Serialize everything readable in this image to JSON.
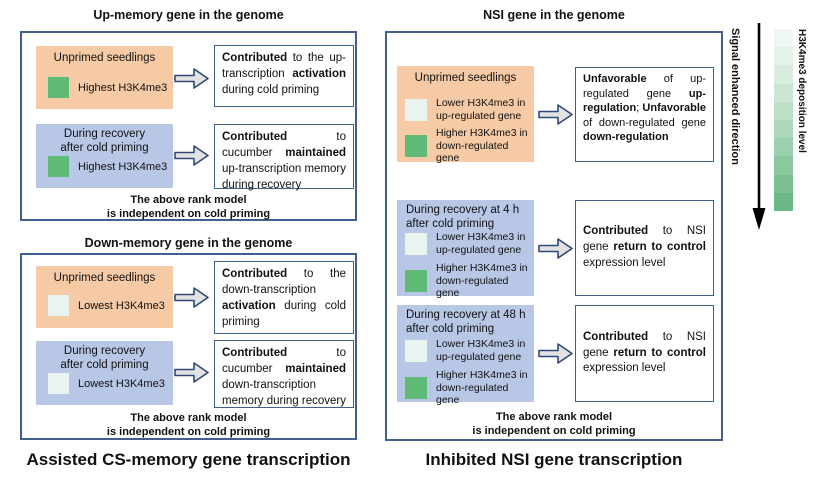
{
  "colors": {
    "panel_border": "#42608e",
    "condition_unprimed_orange": "#f6caa5",
    "condition_recovery_blue": "#b9c7e7",
    "swatch_high_green": "#5eba76",
    "swatch_low_pale": "#eaf4ef",
    "arrow_fill": "#e2e2e2",
    "arrow_outline": "#2f4a78"
  },
  "left": {
    "up_panel": {
      "title": "Up-memory gene in the genome",
      "rows": [
        {
          "condition_lines": [
            "Unprimed seedlings"
          ],
          "swatch": "high",
          "swatch_label": "Highest H3K4me3",
          "result_segments": [
            {
              "t": "Contributed",
              "b": true
            },
            {
              "t": " to the up-transcription "
            },
            {
              "t": "activation",
              "b": true
            },
            {
              "t": " during cold priming"
            }
          ]
        },
        {
          "condition_lines": [
            "During recovery",
            "after cold priming"
          ],
          "swatch": "high",
          "swatch_label": "Highest H3K4me3",
          "result_segments": [
            {
              "t": "Contributed",
              "b": true
            },
            {
              "t": " to cucumber "
            },
            {
              "t": "maintained",
              "b": true
            },
            {
              "t": " up-transcription memory during recovery"
            }
          ]
        }
      ],
      "footer_lines": [
        "The above rank model",
        "is independent on cold priming"
      ]
    },
    "down_panel": {
      "title": "Down-memory gene in the genome",
      "rows": [
        {
          "condition_lines": [
            "Unprimed seedlings"
          ],
          "swatch": "low",
          "swatch_label": "Lowest H3K4me3",
          "result_segments": [
            {
              "t": "Contributed",
              "b": true
            },
            {
              "t": " to the down-transcription "
            },
            {
              "t": "activation",
              "b": true
            },
            {
              "t": " during cold priming"
            }
          ]
        },
        {
          "condition_lines": [
            "During recovery",
            "after cold priming"
          ],
          "swatch": "low",
          "swatch_label": "Lowest H3K4me3",
          "result_segments": [
            {
              "t": "Contributed",
              "b": true
            },
            {
              "t": " to cucumber "
            },
            {
              "t": "maintained",
              "b": true
            },
            {
              "t": " down-transcription memory during recovery"
            }
          ]
        }
      ],
      "footer_lines": [
        "The above rank model",
        "is independent on cold priming"
      ]
    },
    "caption": "Assisted CS-memory gene transcription"
  },
  "right": {
    "nsi_panel": {
      "title": "NSI gene in the genome",
      "rows": [
        {
          "condition_lines": [
            "Unprimed seedlings"
          ],
          "items": [
            {
              "swatch": "low",
              "label_lines": [
                "Lower H3K4me3 in",
                "up-regulated gene"
              ]
            },
            {
              "swatch": "high",
              "label_lines": [
                "Higher H3K4me3 in",
                "down-regulated gene"
              ]
            }
          ],
          "result_segments": [
            {
              "t": "Unfavorable",
              "b": true
            },
            {
              "t": " of up-regulated gene "
            },
            {
              "t": "up-regulation",
              "b": true
            },
            {
              "t": "; "
            },
            {
              "t": "Unfavorable",
              "b": true
            },
            {
              "t": " of down-regulated gene "
            },
            {
              "t": "down-regulation",
              "b": true
            }
          ]
        },
        {
          "condition_lines": [
            "During recovery at 4 h",
            "after cold priming"
          ],
          "items": [
            {
              "swatch": "low",
              "label_lines": [
                "Lower H3K4me3 in",
                "up-regulated gene"
              ]
            },
            {
              "swatch": "high",
              "label_lines": [
                "Higher H3K4me3 in",
                "down-regulated gene"
              ]
            }
          ],
          "result_segments": [
            {
              "t": "Contributed",
              "b": true
            },
            {
              "t": " to NSI gene "
            },
            {
              "t": "return to control",
              "b": true
            },
            {
              "t": " expression level"
            }
          ]
        },
        {
          "condition_lines": [
            "During recovery at 48 h",
            "after cold priming"
          ],
          "items": [
            {
              "swatch": "low",
              "label_lines": [
                "Lower H3K4me3 in",
                "up-regulated gene"
              ]
            },
            {
              "swatch": "high",
              "label_lines": [
                "Higher H3K4me3 in",
                "down-regulated gene"
              ]
            }
          ],
          "result_segments": [
            {
              "t": "Contributed",
              "b": true
            },
            {
              "t": " to NSI gene "
            },
            {
              "t": "return to control",
              "b": true
            },
            {
              "t": " expression level"
            }
          ]
        }
      ],
      "footer_lines": [
        "The above rank model",
        "is independent on cold priming"
      ]
    },
    "caption": "Inhibited NSI gene transcription"
  },
  "legend": {
    "signal_label": "Signal enhanced direction",
    "deposition_label": "H3K4me3 deposition level",
    "gradient_steps": [
      "#eef7f1",
      "#e4f2e9",
      "#d8ecdf",
      "#cbe6d4",
      "#bcdfc8",
      "#add8bb",
      "#9cd0ae",
      "#8bc8a0",
      "#7ac192",
      "#69ba84"
    ]
  }
}
